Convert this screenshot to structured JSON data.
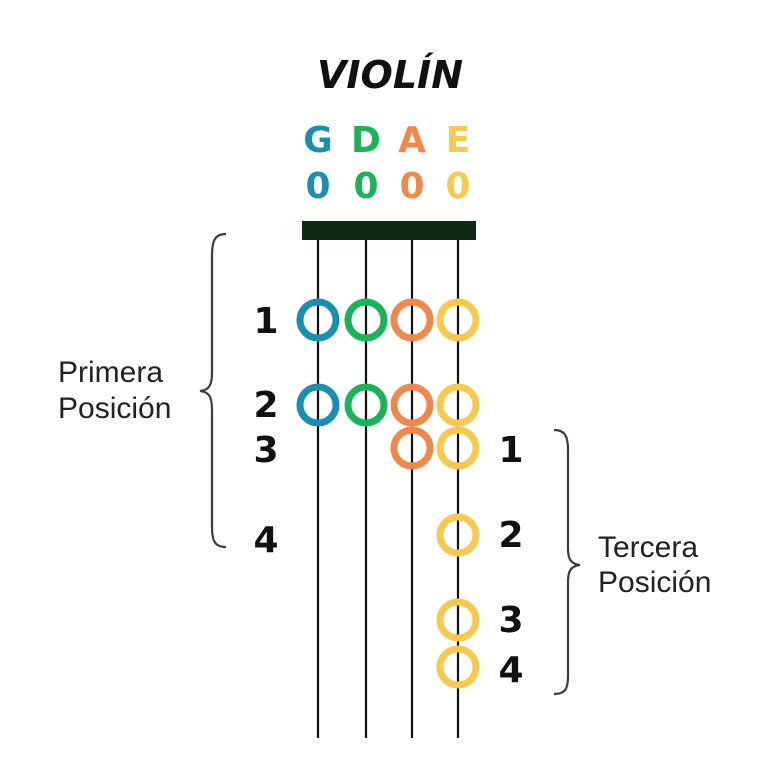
{
  "title": "VIOLÍN",
  "strings": [
    {
      "name": "G",
      "open": "0",
      "color": "#1a8fb0"
    },
    {
      "name": "D",
      "open": "0",
      "color": "#1ab35a"
    },
    {
      "name": "A",
      "open": "0",
      "color": "#f2874a"
    },
    {
      "name": "E",
      "open": "0",
      "color": "#f7c94f"
    }
  ],
  "colors": {
    "nut": "#0f2a14",
    "line": "#111111",
    "brace": "#3a3f36",
    "text": "#111111"
  },
  "first_position": {
    "label_line1": "Primera",
    "label_line2": "Posición",
    "fingers": [
      "1",
      "2",
      "3",
      "4"
    ]
  },
  "third_position": {
    "label_line1": "Tercera",
    "label_line2": "Posición",
    "fingers": [
      "1",
      "2",
      "3",
      "4"
    ]
  },
  "markers": [
    {
      "string": "G",
      "row": "1"
    },
    {
      "string": "D",
      "row": "1"
    },
    {
      "string": "A",
      "row": "1"
    },
    {
      "string": "E",
      "row": "1"
    },
    {
      "string": "G",
      "row": "2"
    },
    {
      "string": "D",
      "row": "2"
    },
    {
      "string": "A",
      "row": "2"
    },
    {
      "string": "E",
      "row": "2"
    },
    {
      "string": "A",
      "row": "3"
    },
    {
      "string": "E",
      "row": "3"
    },
    {
      "string": "E",
      "row": "4"
    },
    {
      "string": "E",
      "row": "t3"
    },
    {
      "string": "E",
      "row": "t4"
    }
  ]
}
